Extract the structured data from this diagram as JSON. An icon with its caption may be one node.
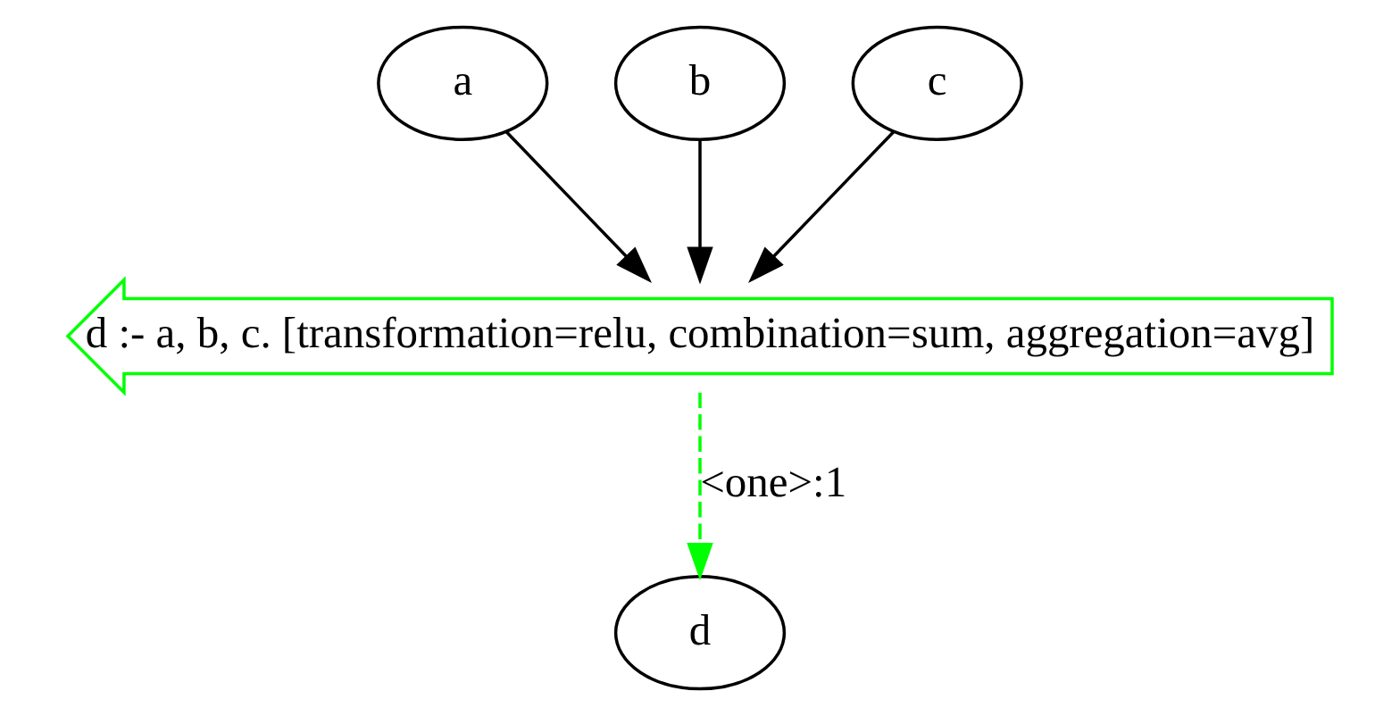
{
  "diagram": {
    "nodes": [
      {
        "text": [
          "a"
        ]
      },
      {
        "text": [
          "b"
        ]
      },
      {
        "text": [
          "c"
        ]
      },
      {
        "text": [
          "d :- a, b, c. [transformation=relu, combination=sum, aggregation=avg]"
        ]
      },
      {
        "text": [
          "d"
        ]
      }
    ],
    "edges": [
      {
        "from": 0,
        "to": 3,
        "arrow": "to"
      },
      {
        "from": 1,
        "to": 3,
        "arrow": "to"
      },
      {
        "from": 2,
        "to": 3,
        "arrow": "to"
      },
      {
        "from": 3,
        "to": 4,
        "arrow": "to",
        "label": "<one>:1",
        "style": "dashed",
        "color": "#00ff00"
      }
    ]
  }
}
